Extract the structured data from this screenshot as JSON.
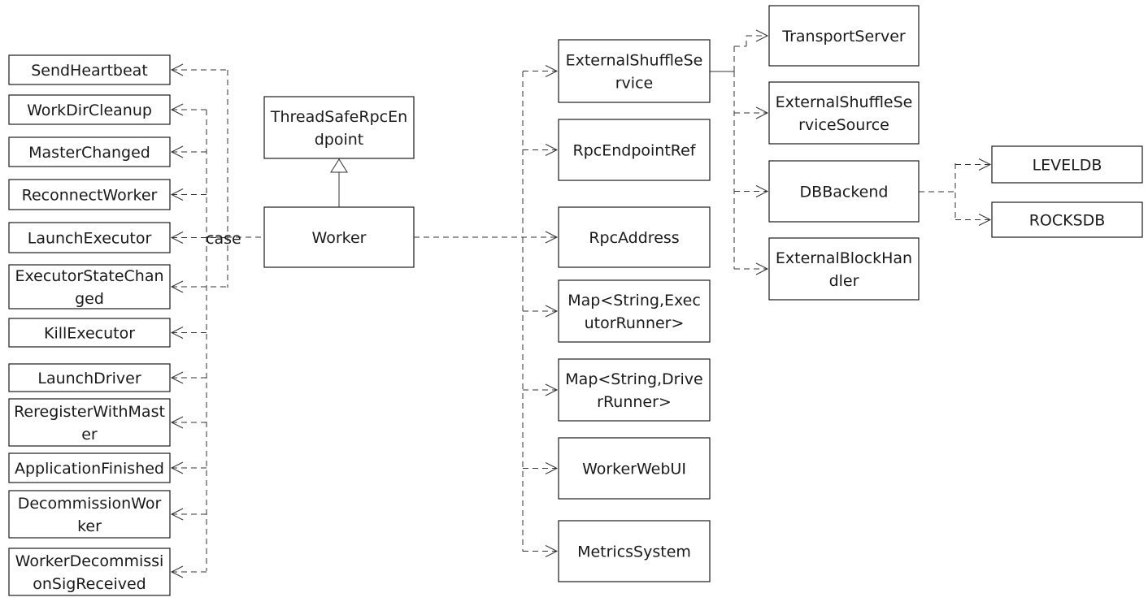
{
  "nodes": {
    "thread_safe_rpc_endpoint": [
      "ThreadSafeRpcEn",
      "dpoint"
    ],
    "worker": [
      "Worker"
    ],
    "messages": [
      [
        "SendHeartbeat"
      ],
      [
        "WorkDirCleanup"
      ],
      [
        "MasterChanged"
      ],
      [
        "ReconnectWorker"
      ],
      [
        "LaunchExecutor"
      ],
      [
        "ExecutorStateChan",
        "ged"
      ],
      [
        "KillExecutor"
      ],
      [
        "LaunchDriver"
      ],
      [
        "ReregisterWithMast",
        "er"
      ],
      [
        "ApplicationFinished"
      ],
      [
        "DecommissionWor",
        "ker"
      ],
      [
        "WorkerDecommissi",
        "onSigReceived"
      ]
    ],
    "members": [
      [
        "ExternalShuffleSe",
        "rvice"
      ],
      [
        "RpcEndpointRef"
      ],
      [
        "RpcAddress"
      ],
      [
        "Map<String,Exec",
        "utorRunner>"
      ],
      [
        "Map<String,Drive",
        "rRunner>"
      ],
      [
        "WorkerWebUI"
      ],
      [
        "MetricsSystem"
      ]
    ],
    "shuffle_members": [
      [
        "TransportServer"
      ],
      [
        "ExternalShuffleSe",
        "rviceSource"
      ],
      [
        "DBBackend"
      ],
      [
        "ExternalBlockHan",
        "dler"
      ]
    ],
    "db_backends": [
      [
        "LEVELDB"
      ],
      [
        "ROCKSDB"
      ]
    ]
  },
  "edge_label": "case"
}
